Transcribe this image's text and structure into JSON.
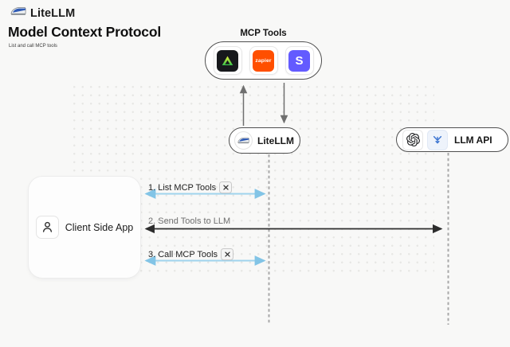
{
  "header": {
    "brand": "LiteLLM",
    "title": "Model Context Protocol",
    "subtitle": "List and call MCP tools"
  },
  "mcp_group": {
    "label": "MCP Tools",
    "zapier_label": "zapier",
    "stripe_label": "S"
  },
  "nodes": {
    "litellm": "LiteLLM",
    "llm_api": "LLM API",
    "client": "Client Side App"
  },
  "sequence": {
    "step1": "1. List MCP Tools",
    "step2": "2. Send Tools to LLM",
    "step3": "3. Call MCP Tools"
  },
  "icons": {
    "brand": "bullet-train",
    "mcp_tool_1": "green-triangle",
    "mcp_tool_2": "zapier",
    "mcp_tool_3": "stripe",
    "llm_api_1": "openai",
    "llm_api_2": "blue-provider",
    "client": "person",
    "sequence_tool": "crossed-tools"
  },
  "colors": {
    "background": "#f8f8f7",
    "blue_arrow": "#9fd3ed",
    "dark_arrow": "#2d2d2d",
    "lifeline": "#a8a8a8",
    "zapier_orange": "#ff4f00",
    "stripe_purple": "#635bff",
    "icon_black": "#17191c"
  }
}
